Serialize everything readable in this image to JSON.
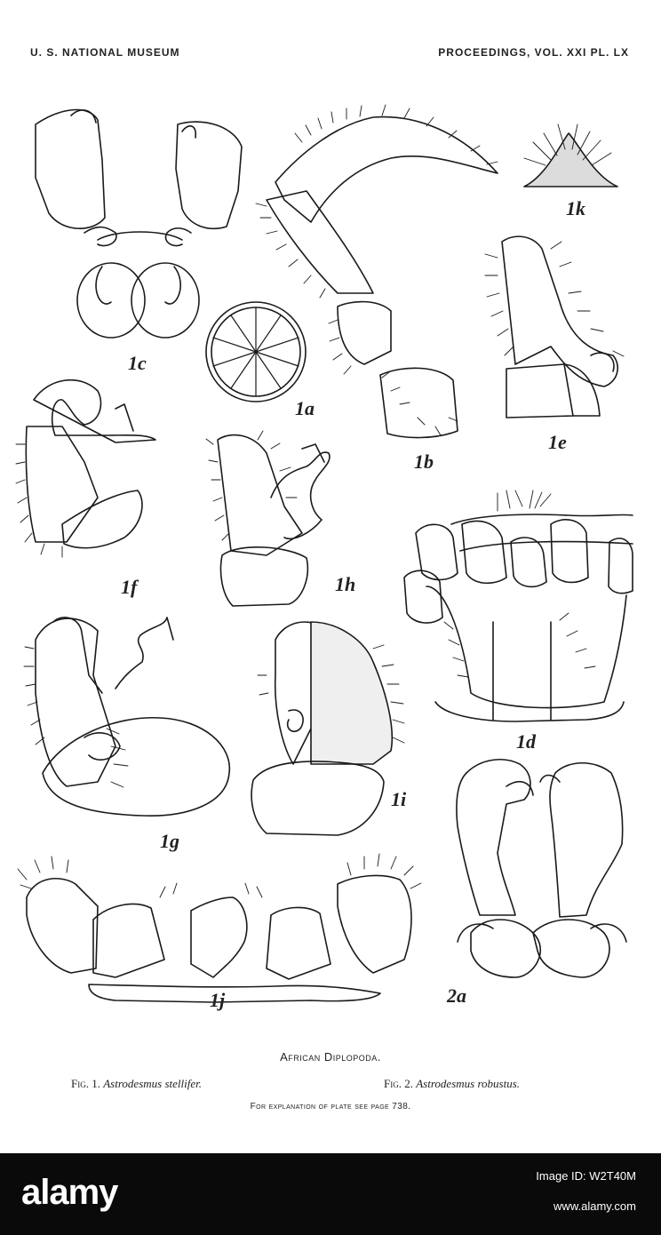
{
  "header": {
    "left": "U. S. NATIONAL MUSEUM",
    "right": "PROCEEDINGS, VOL. XXI   PL. LX"
  },
  "figure_labels": {
    "c": "1c",
    "a": "1a",
    "b": "1b",
    "k": "1k",
    "e": "1e",
    "f": "1f",
    "h": "1h",
    "d": "1d",
    "g": "1g",
    "i": "1i",
    "j": "1j",
    "two_a": "2a"
  },
  "caption": {
    "title": "African Diplopoda.",
    "fig1_prefix": "Fig. 1.",
    "fig1_species": "Astrodesmus stellifer.",
    "fig2_prefix": "Fig. 2.",
    "fig2_species": "Astrodesmus robustus.",
    "explanation": "For explanation of plate see page 738."
  },
  "footer": {
    "logo": "alamy",
    "image_id": "Image ID: W2T40M",
    "url": "www.alamy.com"
  }
}
